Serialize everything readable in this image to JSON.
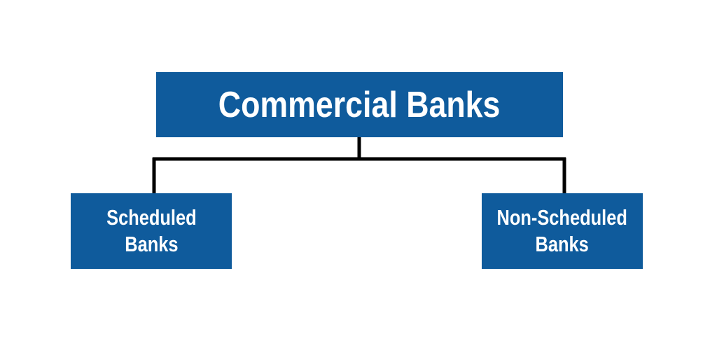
{
  "colors": {
    "box_fill": "#0f5b9c",
    "text": "#ffffff",
    "connector": "#000000",
    "background": "#ffffff"
  },
  "root": {
    "label": "Commercial Banks"
  },
  "children": [
    {
      "label": "Scheduled\nBanks"
    },
    {
      "label": "Non-Scheduled\nBanks"
    }
  ]
}
